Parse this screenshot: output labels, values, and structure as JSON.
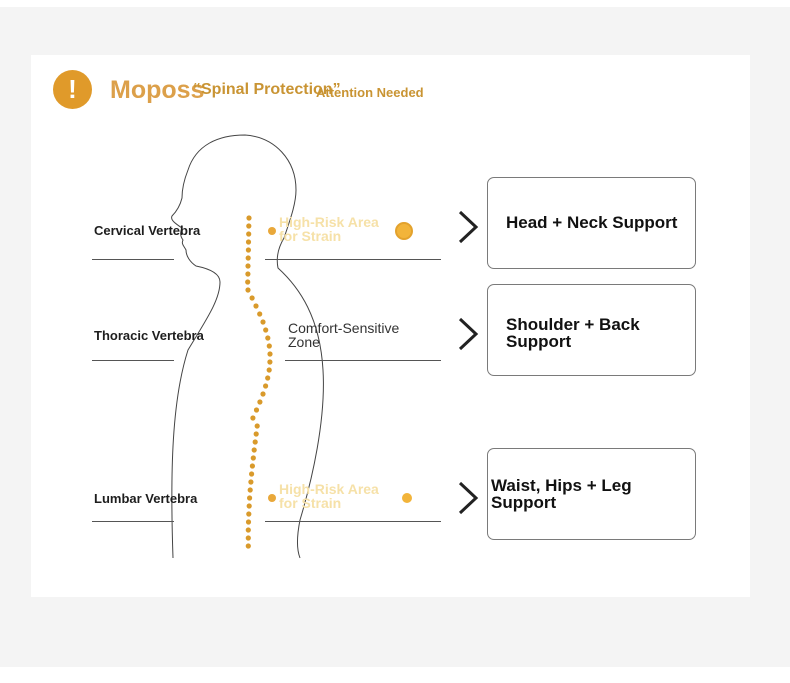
{
  "header": {
    "brand": "Moposs",
    "tagline": "“Spinal Protection”",
    "attention": "Attention Needed"
  },
  "zones": [
    {
      "label": "Cervical Vertebra",
      "note": "High-Risk Area for Strain",
      "support": "Head + Neck Support"
    },
    {
      "label": "Thoracic Vertebra",
      "note": "Comfort-Sensitive Zone",
      "support": "Shoulder + Back Support"
    },
    {
      "label": "Lumbar Vertebra",
      "note": "High-Risk Area for Strain",
      "support": "Waist, Hips + Leg Support"
    }
  ],
  "icons": {
    "alert": "exclamation-icon",
    "arrow": "chevron-right-icon",
    "spine": "spine-dots"
  },
  "colors": {
    "accent": "#e09a2a",
    "spine": "#d99a2b",
    "risk_text": "#f6e1a8"
  }
}
